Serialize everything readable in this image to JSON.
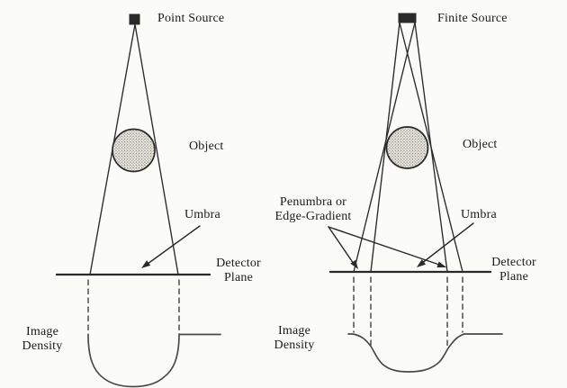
{
  "colors": {
    "bg": "#fbfbf8",
    "line": "#2a2a2a",
    "ink": "#1a1a1a",
    "curve": "#4a4a46"
  },
  "left_diagram": {
    "source_label": "Point Source",
    "object_label": "Object",
    "umbra_label": "Umbra",
    "detector_plane_label": "Detector\nPlane",
    "image_density_label": "Image\nDensity"
  },
  "right_diagram": {
    "source_label": "Finite Source",
    "object_label": "Object",
    "penumbra_label": "Penumbra or\nEdge-Gradient",
    "umbra_label": "Umbra",
    "detector_plane_label": "Detector\nPlane",
    "image_density_label": "Image\nDensity"
  }
}
